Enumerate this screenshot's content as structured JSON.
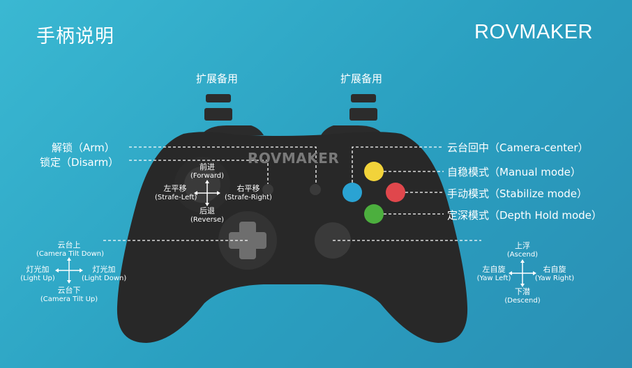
{
  "header": {
    "title": "手柄说明",
    "brand": "ROVMAKER"
  },
  "controller": {
    "logo": "ROVMAKER"
  },
  "shoulder": {
    "left_label": "扩展备用",
    "right_label": "扩展备用"
  },
  "left_labels": {
    "arm": "解锁（Arm）",
    "disarm": "锁定（Disarm）"
  },
  "right_labels": {
    "camera_center": "云台回中（Camera-center）",
    "manual": "自稳模式（Manual mode）",
    "stabilize": "手动模式（Stabilize mode）",
    "depth_hold": "定深模式（Depth Hold mode）"
  },
  "left_stick": {
    "up": "前进",
    "up_en": "(Forward)",
    "left": "左平移",
    "left_en": "(Strafe-Left)",
    "right": "右平移",
    "right_en": "(Strafe-Right)",
    "down": "后退",
    "down_en": "(Reverse)"
  },
  "dpad": {
    "up": "云台上",
    "up_en": "(Camera Tilt Down)",
    "left": "灯光加",
    "left_en": "(Light Up)",
    "right": "灯光加",
    "right_en": "(Light Down)",
    "down": "云台下",
    "down_en": "(Camera Tilt Up)"
  },
  "right_stick": {
    "up": "上浮",
    "up_en": "(Ascend)",
    "left": "左自旋",
    "left_en": "(Yaw Left)",
    "right": "右自旋",
    "right_en": "(Yaw Right)",
    "down": "下潜",
    "down_en": "(Descend)"
  },
  "colors": {
    "background": "#2fa6c6",
    "body": "#272727",
    "button_blue": "#2aa3d3",
    "button_yellow": "#f2d33a",
    "button_red": "#e0474c",
    "button_green": "#4caf3e"
  }
}
